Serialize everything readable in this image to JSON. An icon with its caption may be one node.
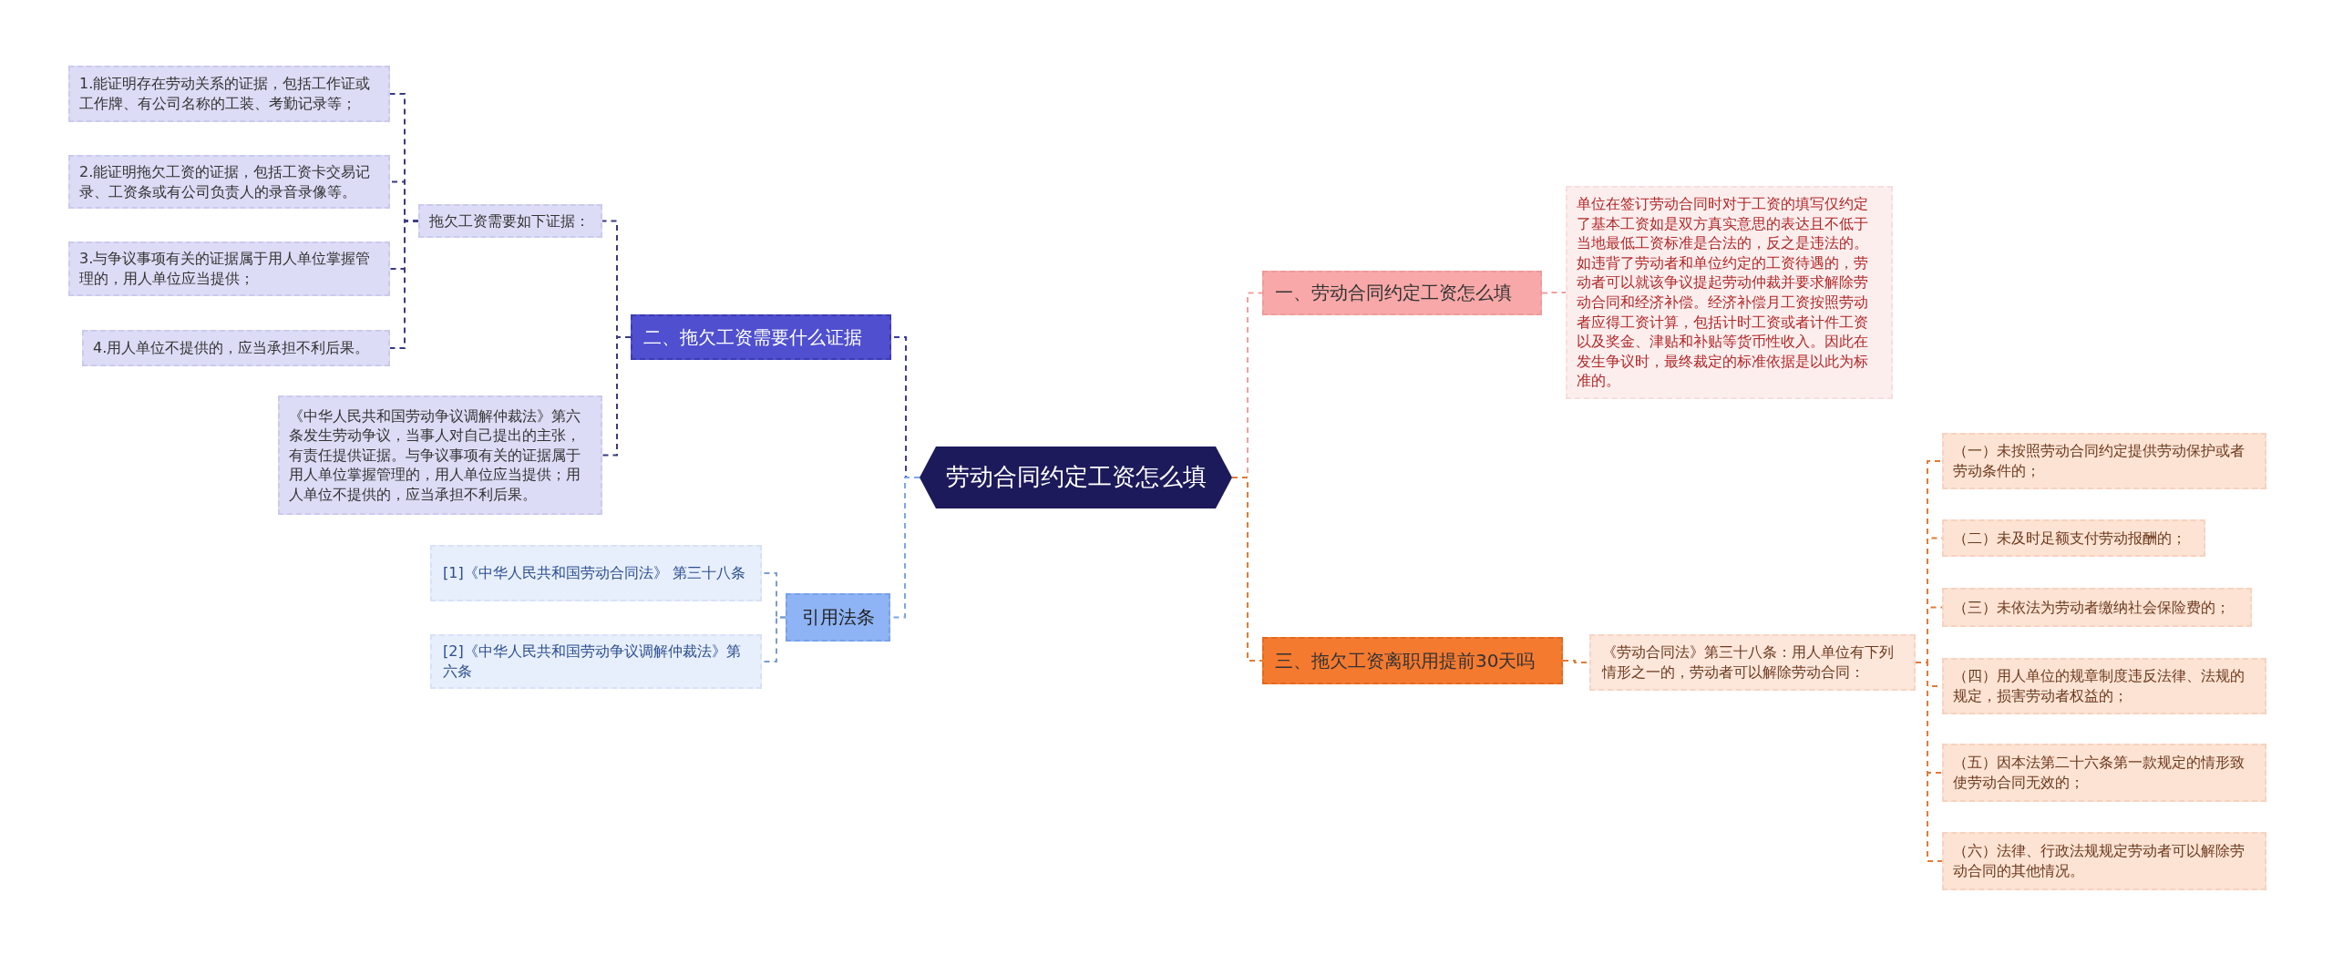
{
  "diagram": {
    "nodes": [
      {
        "text": [
          "劳动合同约定工资怎么填"
        ]
      },
      {
        "text": [
          "一、劳动合同约定工资怎么填"
        ]
      },
      {
        "text": [
          "单位在签订劳动合同时对于工资的填写仅约定了基本工资如是双方真实意思的表达且不低于当地最低工资标准是合法的，反之是违法的。如违背了劳动者和单位约定的工资待遇的，劳动者可以就该争议提起劳动仲裁并要求解除劳动合同和经济补偿。经济补偿月工资按照劳动者应得工资计算，包括计时工资或者计件工资以及奖金、津贴和补贴等货币性收入。因此在发生争议时，最终裁定的标准依据是以此为标准的。"
        ]
      },
      {
        "text": [
          "三、拖欠工资离职用提前30天吗"
        ]
      },
      {
        "text": [
          "《劳动合同法》第三十八条：用人单位有下列情形之一的，劳动者可以解除劳动合同："
        ]
      },
      {
        "text": [
          "（一）未按照劳动合同约定提供劳动保护或者劳动条件的；"
        ]
      },
      {
        "text": [
          "（二）未及时足额支付劳动报酬的；"
        ]
      },
      {
        "text": [
          "（三）未依法为劳动者缴纳社会保险费的；"
        ]
      },
      {
        "text": [
          "（四）用人单位的规章制度违反法律、法规的规定，损害劳动者权益的；"
        ]
      },
      {
        "text": [
          "（五）因本法第二十六条第一款规定的情形致使劳动合同无效的；"
        ]
      },
      {
        "text": [
          "（六）法律、行政法规规定劳动者可以解除劳动合同的其他情况。"
        ]
      },
      {
        "text": [
          "二、拖欠工资需要什么证据"
        ]
      },
      {
        "text": [
          "拖欠工资需要如下证据："
        ]
      },
      {
        "text": [
          "1.能证明存在劳动关系的证据，包括工作证或工作牌、有公司名称的工装、考勤记录等；"
        ]
      },
      {
        "text": [
          "2.能证明拖欠工资的证据，包括工资卡交易记录、工资条或有公司负责人的录音录像等。"
        ]
      },
      {
        "text": [
          "3.与争议事项有关的证据属于用人单位掌握管理的，用人单位应当提供；"
        ]
      },
      {
        "text": [
          "4.用人单位不提供的，应当承担不利后果。"
        ]
      },
      {
        "text": [
          "《中华人民共和国劳动争议调解仲裁法》第六条发生劳动争议，当事人对自己提出的主张，有责任提供证据。与争议事项有关的证据属于用人单位掌握管理的，用人单位应当提供；用人单位不提供的，应当承担不利后果。"
        ]
      },
      {
        "text": [
          "引用法条"
        ]
      },
      {
        "text": [
          "[1]《中华人民共和国劳动合同法》 第三十八条"
        ]
      },
      {
        "text": [
          "[2]《中华人民共和国劳动争议调解仲裁法》第六条"
        ]
      }
    ],
    "edges": [
      {
        "from": 0,
        "to": 1,
        "arrow": "none",
        "color": "#f0a0a0"
      },
      {
        "from": 1,
        "to": 2,
        "arrow": "none",
        "color": "#f0a0a0"
      },
      {
        "from": 0,
        "to": 3,
        "arrow": "none"
      },
      {
        "from": 3,
        "to": 4,
        "arrow": "none"
      },
      {
        "from": 4,
        "to": 5,
        "arrow": "none"
      },
      {
        "from": 4,
        "to": 6,
        "arrow": "none"
      },
      {
        "from": 4,
        "to": 7,
        "arrow": "none"
      },
      {
        "from": 4,
        "to": 8,
        "arrow": "none"
      },
      {
        "from": 4,
        "to": 9,
        "arrow": "none"
      },
      {
        "from": 4,
        "to": 10,
        "arrow": "none"
      },
      {
        "from": 0,
        "to": 11,
        "arrow": "none",
        "color": "#3a3aa8"
      },
      {
        "from": 11,
        "to": 12,
        "arrow": "none",
        "color": "#3a3a80"
      },
      {
        "from": 12,
        "to": 13,
        "arrow": "none",
        "color": "#3a3a80"
      },
      {
        "from": 12,
        "to": 14,
        "arrow": "none",
        "color": "#3a3a80"
      },
      {
        "from": 12,
        "to": 15,
        "arrow": "none",
        "color": "#3a3a80"
      },
      {
        "from": 12,
        "to": 16,
        "arrow": "none",
        "color": "#3a3a80"
      },
      {
        "from": 11,
        "to": 17,
        "arrow": "none",
        "color": "#3a3a80"
      },
      {
        "from": 0,
        "to": 18,
        "arrow": "none",
        "color": "#7aa6ec"
      },
      {
        "from": 18,
        "to": 19,
        "arrow": "none",
        "color": "#7a9cd0"
      },
      {
        "from": 18,
        "to": 20,
        "arrow": "none",
        "color": "#7a9cd0"
      }
    ]
  }
}
